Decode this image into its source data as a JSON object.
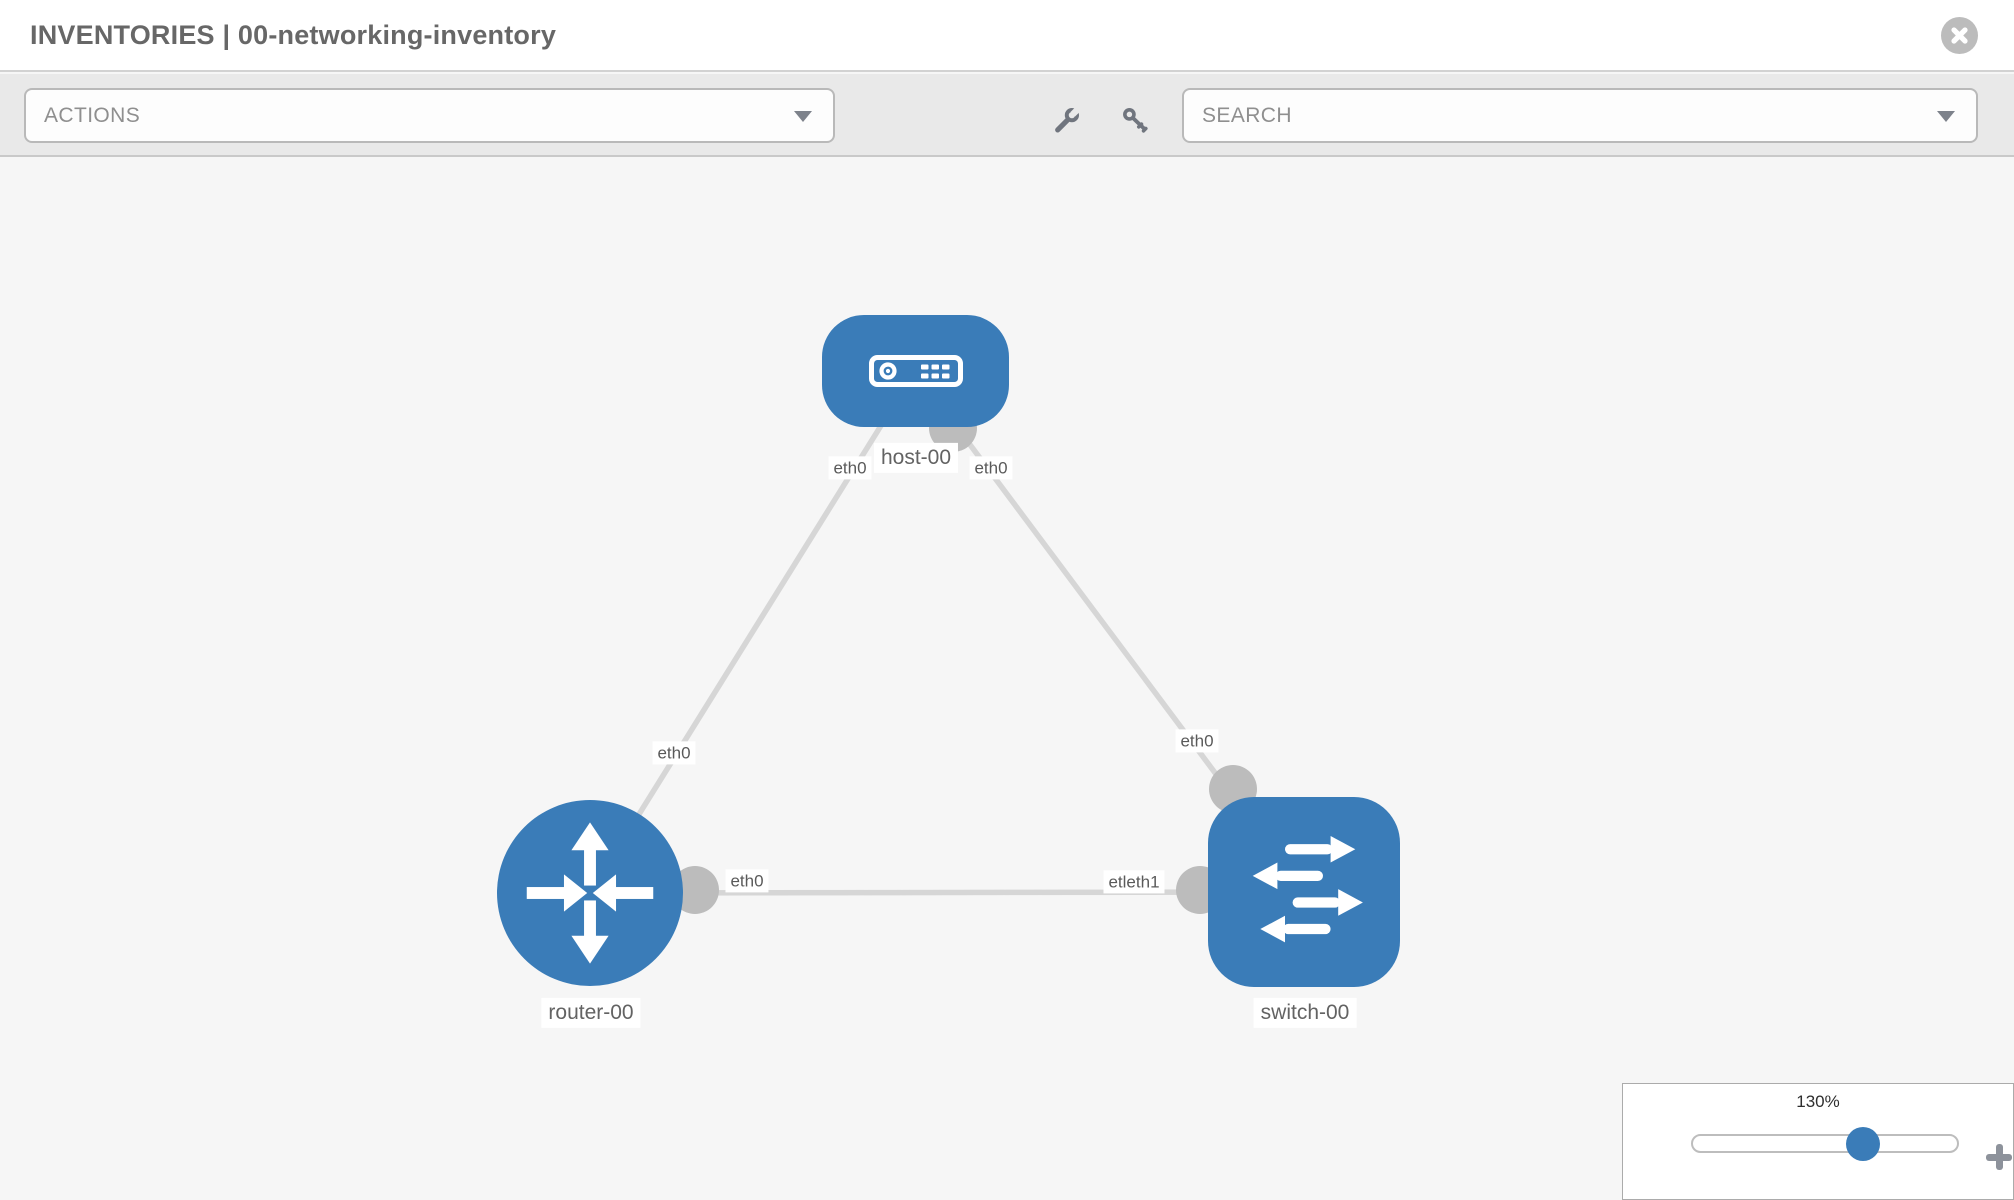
{
  "header": {
    "title": "INVENTORIES | 00-networking-inventory"
  },
  "toolbar": {
    "actions_dropdown": {
      "label": "ACTIONS"
    },
    "search_dropdown": {
      "placeholder": "SEARCH"
    },
    "tool_icons": [
      "wrench-icon",
      "key-icon"
    ]
  },
  "topology": {
    "nodes": [
      {
        "id": "host-00",
        "type": "host",
        "label": "host-00"
      },
      {
        "id": "router-00",
        "type": "router",
        "label": "router-00"
      },
      {
        "id": "switch-00",
        "type": "switch",
        "label": "switch-00"
      }
    ],
    "links": [
      {
        "from": "host-00",
        "to": "router-00"
      },
      {
        "from": "host-00",
        "to": "switch-00"
      },
      {
        "from": "router-00",
        "to": "switch-00"
      }
    ],
    "port_labels": {
      "host_left": "eth0",
      "host_right": "eth0",
      "router_top": "eth0",
      "switch_top": "eth0",
      "link_left": "eth0",
      "link_right": "etleth1"
    }
  },
  "zoom_control": {
    "level": "130%"
  },
  "colors": {
    "node_blue": "#3a7cb8",
    "link_gray": "#d6d6d6",
    "port_circle_gray": "#bcbcbc",
    "toolbar_bg": "#e9e9e9",
    "canvas_bg": "#f6f6f6",
    "title_gray": "#676767"
  }
}
